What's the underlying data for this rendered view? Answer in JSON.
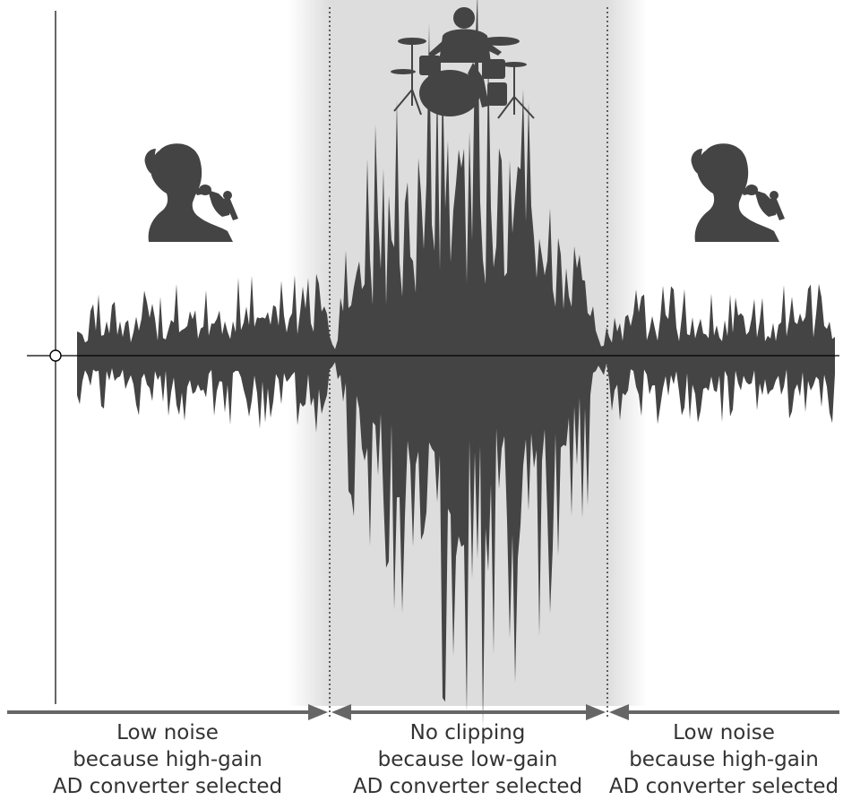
{
  "captions": {
    "left": {
      "line1": "Low noise",
      "line2": "because high-gain",
      "line3": "AD converter selected"
    },
    "middle": {
      "line1": "No clipping",
      "line2": "because low-gain",
      "line3": "AD converter selected"
    },
    "right": {
      "line1": "Low noise",
      "line2": "because high-gain",
      "line3": "AD converter selected"
    }
  },
  "colors": {
    "waveform": "#444444",
    "highlight_band": "#dddddd",
    "arrow": "#666666",
    "axis": "#000000",
    "text": "#333333"
  },
  "icons": {
    "left": "singer-icon",
    "middle": "drummer-icon",
    "right": "singer-icon"
  }
}
